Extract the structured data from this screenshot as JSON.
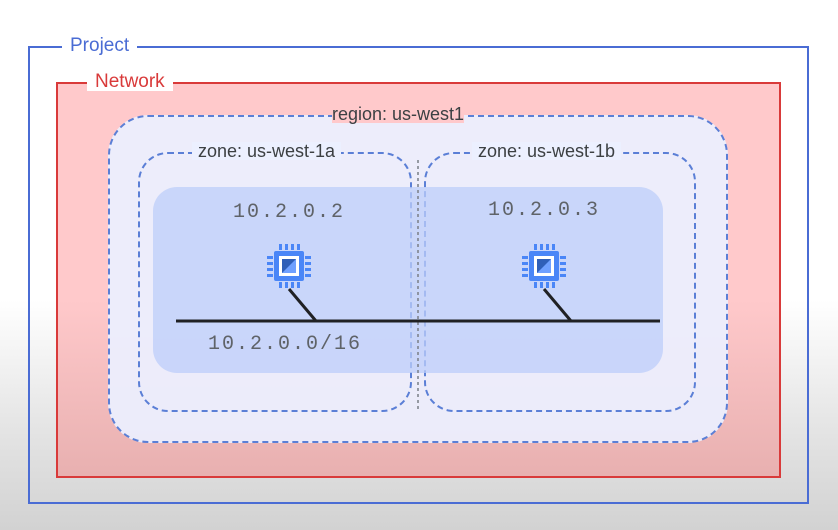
{
  "project": {
    "label": "Project",
    "color": "#4a6cd4"
  },
  "network": {
    "label": "Network",
    "color": "#d93a3a"
  },
  "region": {
    "label": "region: us-west1"
  },
  "zones": [
    {
      "label": "zone: us-west-1a",
      "instance_ip": "10.2.0.2",
      "icon": "cpu-chip-icon"
    },
    {
      "label": "zone: us-west-1b",
      "instance_ip": "10.2.0.3",
      "icon": "cpu-chip-icon"
    }
  ],
  "subnet": {
    "cidr": "10.2.0.0/16"
  }
}
